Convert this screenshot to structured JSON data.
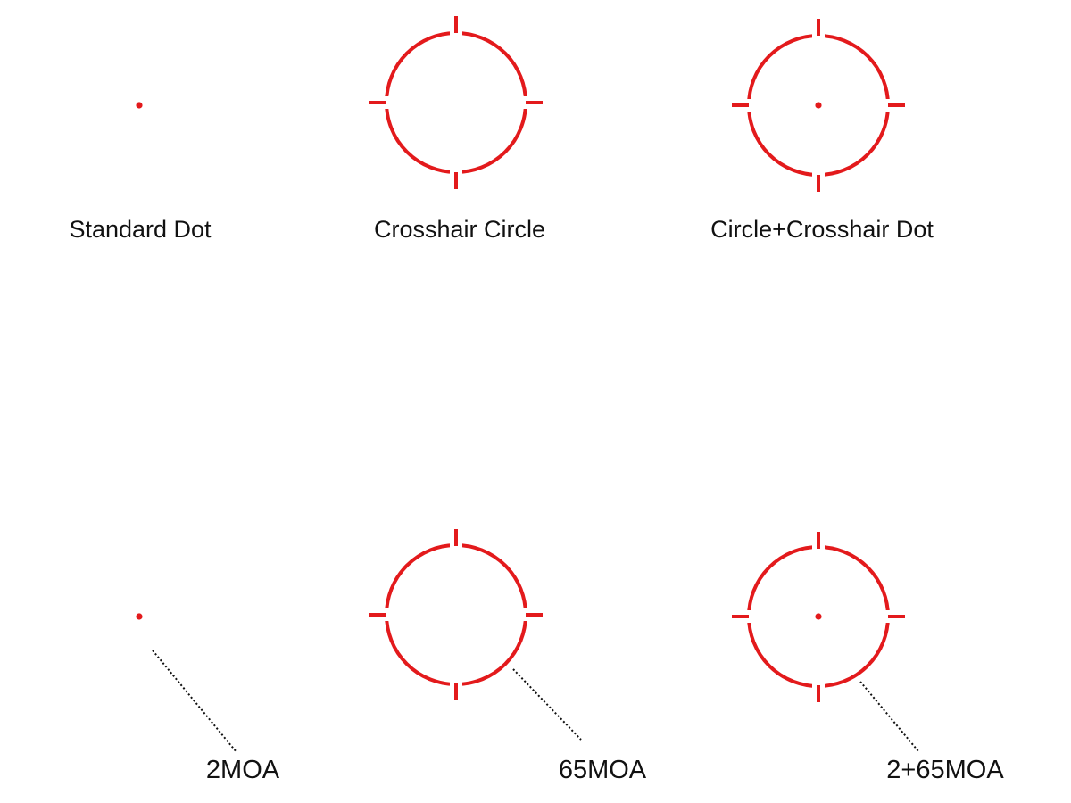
{
  "colors": {
    "reticle": "#e31a1c",
    "text": "#111111",
    "leader": "#111111",
    "background": "#ffffff"
  },
  "reticle_types": [
    {
      "name": "Standard Dot",
      "shape": "dot"
    },
    {
      "name": "Crosshair Circle",
      "shape": "circle-with-ticks"
    },
    {
      "name": "Circle+Crosshair Dot",
      "shape": "circle-with-ticks-and-dot"
    }
  ],
  "reticle_sizes": [
    {
      "label": "2MOA",
      "shape": "dot"
    },
    {
      "label": "65MOA",
      "shape": "circle-with-ticks"
    },
    {
      "label": "2+65MOA",
      "shape": "circle-with-ticks-and-dot"
    }
  ]
}
